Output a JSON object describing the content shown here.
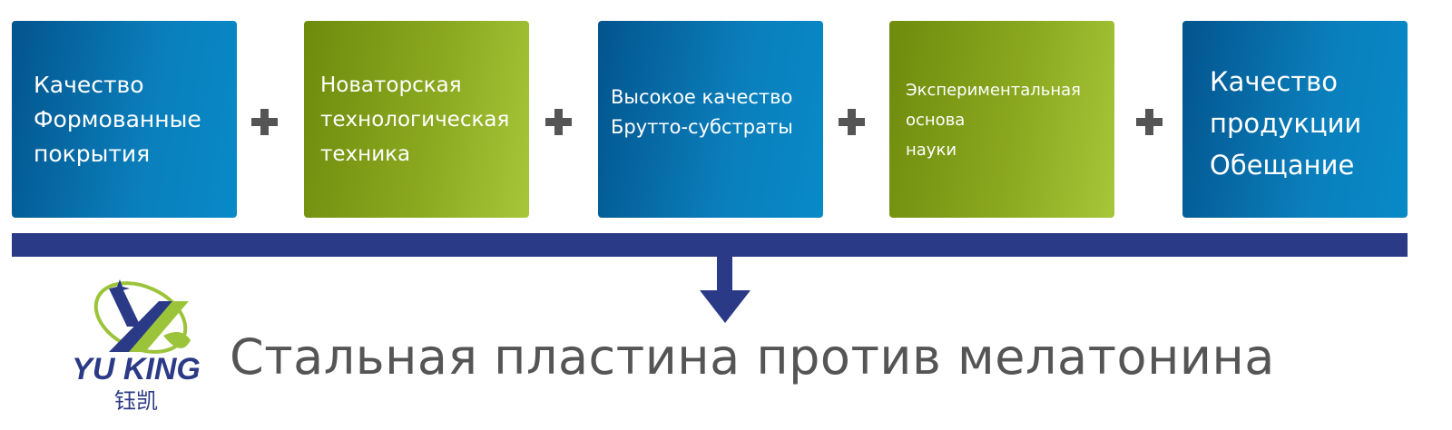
{
  "boxes": [
    {
      "lines": [
        "Качество",
        "Формованные",
        "покрытия"
      ],
      "color": "#0a6fae"
    },
    {
      "lines": [
        "Новаторская",
        "технологическая",
        "техника"
      ],
      "color": "#8aa81f"
    },
    {
      "lines": [
        "Высокое качество",
        "Брутто-субстраты"
      ],
      "color": "#0a6fae"
    },
    {
      "lines": [
        "Экспериментальная",
        "основа",
        "науки"
      ],
      "color": "#8aa81f"
    },
    {
      "lines": [
        "Качество",
        "продукции",
        "Обещание"
      ],
      "color": "#0a6fae"
    }
  ],
  "title": "Стальная пластина против мелатонина",
  "logo": {
    "brand": "YU KING",
    "chinese": "钰凯"
  },
  "colors": {
    "navy": "#2b3a87",
    "gray": "#555555"
  }
}
